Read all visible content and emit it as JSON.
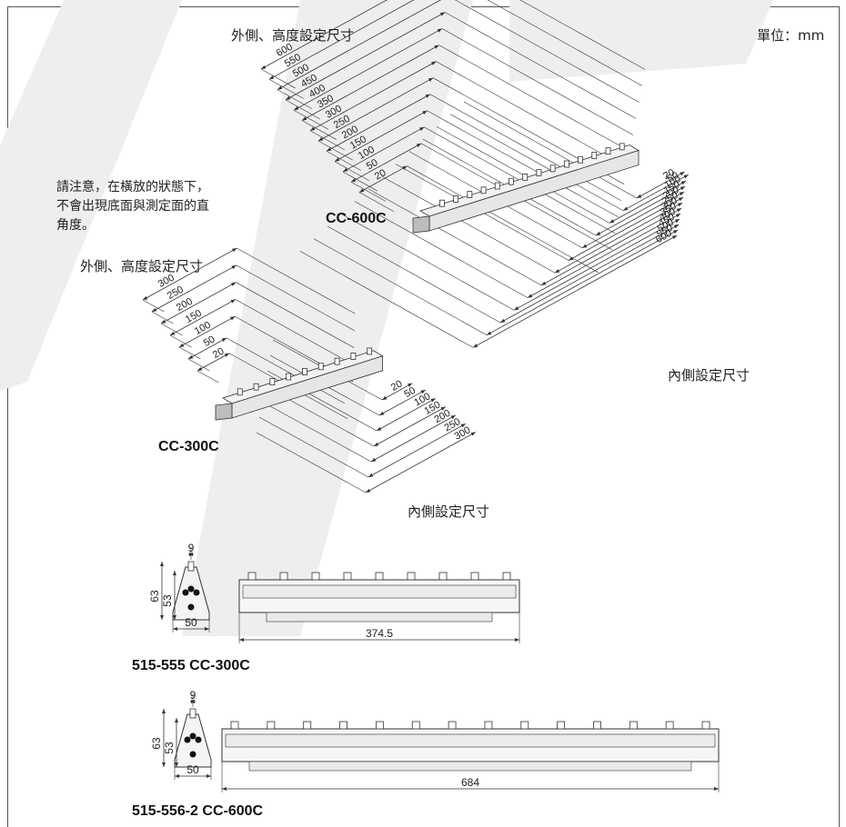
{
  "unit_label": "單位：mm",
  "note": [
    "請注意，在橫放的狀態下，",
    "不會出現底面與測定面的直",
    "角度。"
  ],
  "cc600": {
    "outside_title": "外側、高度設定尺寸",
    "inside_title": "內側設定尺寸",
    "model": "CC-600C",
    "outside_values": [
      "600",
      "550",
      "500",
      "450",
      "400",
      "350",
      "300",
      "250",
      "200",
      "150",
      "100",
      "50",
      "20"
    ],
    "inside_values": [
      "20",
      "50",
      "100",
      "150",
      "200",
      "250",
      "300",
      "350",
      "400",
      "450",
      "500",
      "550",
      "600"
    ]
  },
  "cc300": {
    "outside_title": "外側、高度設定尺寸",
    "inside_title": "內側設定尺寸",
    "model": "CC-300C",
    "outside_values": [
      "300",
      "250",
      "200",
      "150",
      "100",
      "50",
      "20"
    ],
    "inside_values": [
      "20",
      "50",
      "100",
      "150",
      "200",
      "250",
      "300"
    ]
  },
  "drawing300": {
    "caption": "515-555 CC-300C",
    "width": "9",
    "height_total": "63",
    "height_body": "53",
    "base": "50",
    "length": "374.5"
  },
  "drawing600": {
    "caption": "515-556-2 CC-600C",
    "width": "9",
    "height_total": "63",
    "height_body": "53",
    "base": "50",
    "length": "684"
  },
  "colors": {
    "line": "#333333",
    "gauge_fill": "#e6e6e6",
    "gauge_dark": "#bdbdbd",
    "watermark": "#eeeeee"
  }
}
